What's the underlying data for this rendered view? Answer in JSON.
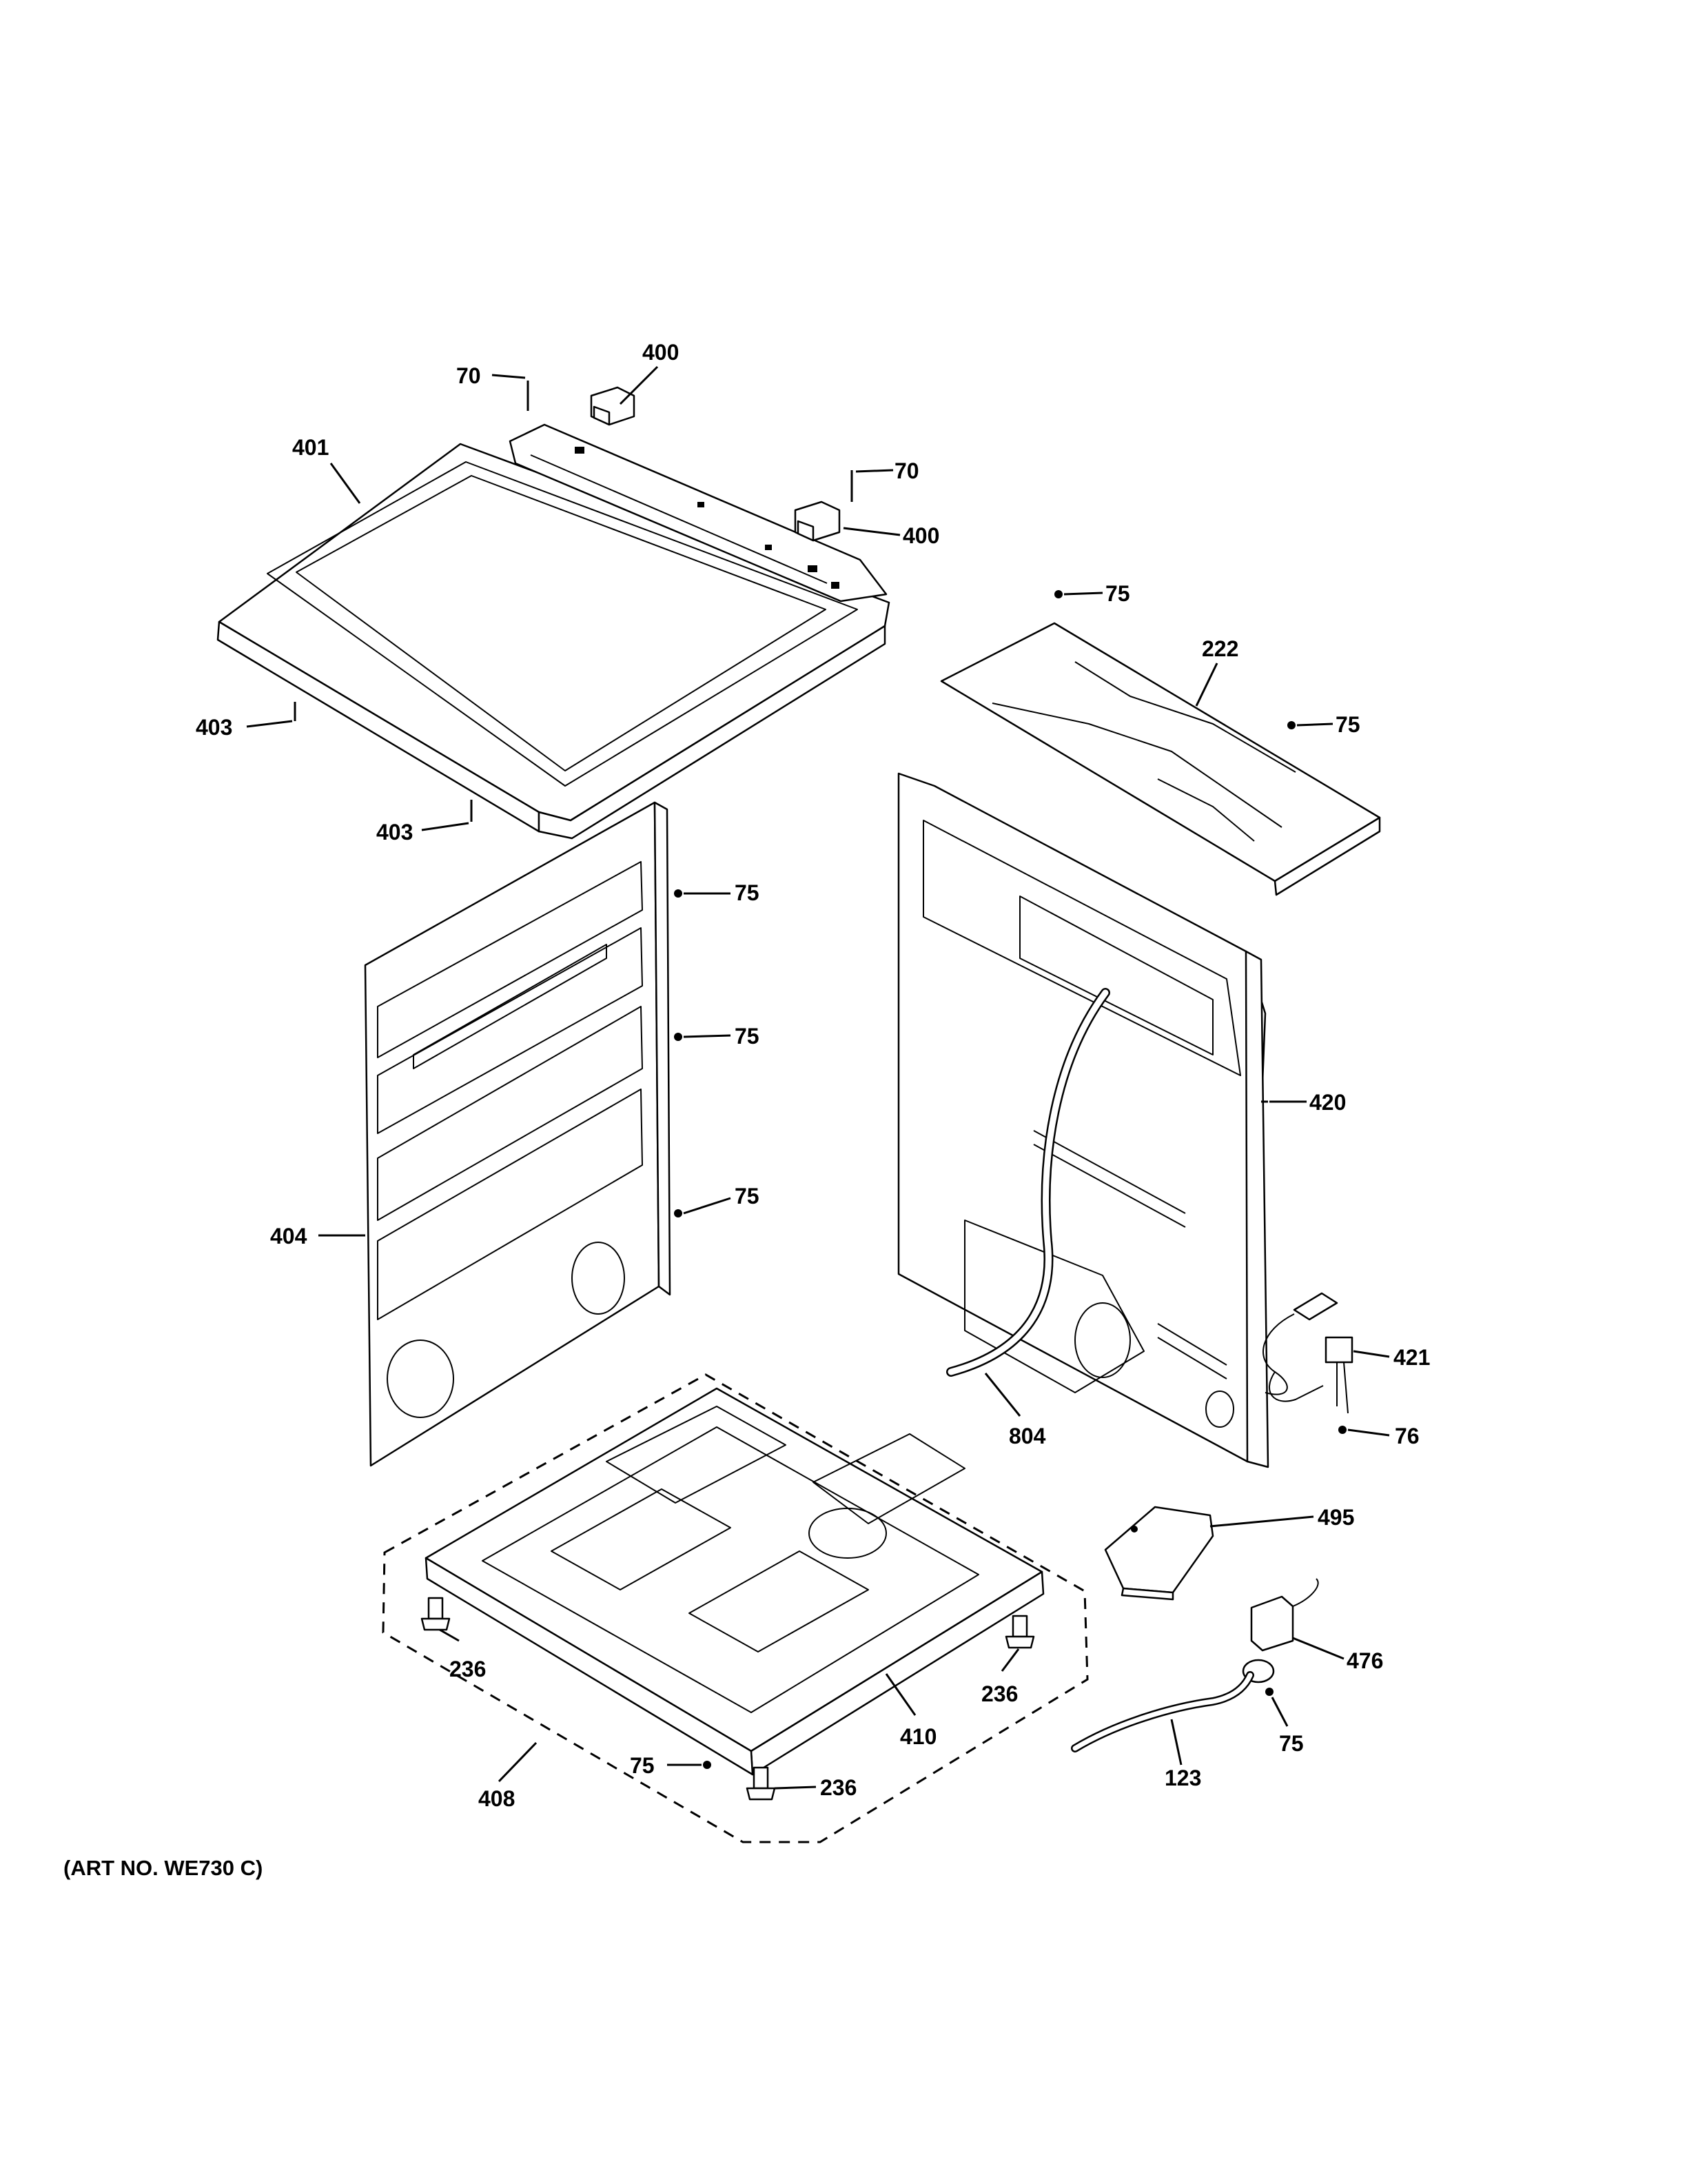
{
  "art_number": "(ART NO. WE730 C)",
  "callouts": {
    "c70a": "70",
    "c400a": "400",
    "c401": "401",
    "c70b": "70",
    "c400b": "400",
    "c75a": "75",
    "c222": "222",
    "c75b": "75",
    "c403a": "403",
    "c403b": "403",
    "c75c": "75",
    "c75d": "75",
    "c75e": "75",
    "c404": "404",
    "c420": "420",
    "c421": "421",
    "c76": "76",
    "c804": "804",
    "c495": "495",
    "c476": "476",
    "c236a": "236",
    "c236b": "236",
    "c236c": "236",
    "c410": "410",
    "c75f": "75",
    "c408": "408",
    "c123": "123",
    "c75g": "75"
  }
}
